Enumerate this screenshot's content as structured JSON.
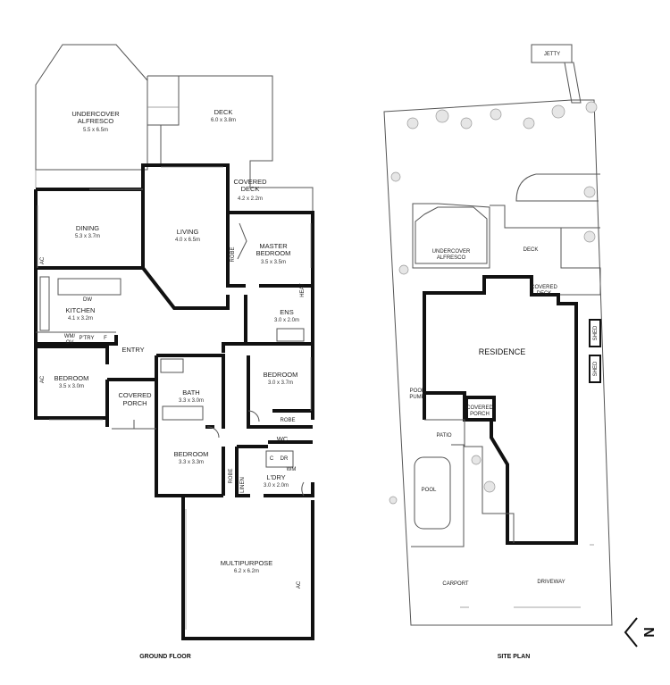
{
  "ground_floor": {
    "caption": "GROUND FLOOR",
    "rooms": [
      {
        "name": "UNDERCOVER\nALFRESCO",
        "dims": "5.5 x 6.5m"
      },
      {
        "name": "DECK",
        "dims": "6.0 x 3.8m"
      },
      {
        "name": "COVERED\nDECK",
        "dims": "4.2 x 2.2m"
      },
      {
        "name": "DINING",
        "dims": "5.3 x 3.7m"
      },
      {
        "name": "LIVING",
        "dims": "4.0 x 6.5m"
      },
      {
        "name": "MASTER\nBEDROOM",
        "dims": "3.5 x 3.5m"
      },
      {
        "name": "KITCHEN",
        "dims": "4.1 x 3.2m"
      },
      {
        "name": "ENS",
        "dims": "3.0 x 2.0m"
      },
      {
        "name": "BEDROOM",
        "dims": "3.5 x 3.0m"
      },
      {
        "name": "BEDROOM",
        "dims": "3.0 x 3.7m"
      },
      {
        "name": "BATH",
        "dims": "3.3 x 3.0m"
      },
      {
        "name": "BEDROOM",
        "dims": "3.3 x 3.3m"
      },
      {
        "name": "L'DRY",
        "dims": "3.0 x 2.0m"
      },
      {
        "name": "MULTIPURPOSE",
        "dims": "6.2 x 6.2m"
      }
    ],
    "labels": {
      "entry": "ENTRY",
      "covered_porch": "COVERED\nPORCH",
      "ac": "AC",
      "dw": "DW",
      "wm_ov": "WM/\nOV",
      "pantry": "P'TRY",
      "fridge": "F",
      "robe": "ROBE",
      "heat": "HEAT",
      "wc": "WC",
      "linen": "LINEN",
      "c": "C",
      "dr": "DR",
      "wm": "WM"
    }
  },
  "site_plan": {
    "caption": "SITE PLAN",
    "labels": {
      "jetty": "JETTY",
      "alfresco": "UNDERCOVER\nALFRESCO",
      "deck": "DECK",
      "covered_deck": "COVERED\nDECK",
      "residence": "RESIDENCE",
      "shed": "SHED",
      "pool_pump": "POOL\nPUMP",
      "covered_porch": "COVERED\nPORCH",
      "patio": "PATIO",
      "pool": "POOL",
      "carport": "CARPORT",
      "driveway": "DRIVEWAY"
    }
  },
  "north_arrow": {
    "letter": "N"
  }
}
